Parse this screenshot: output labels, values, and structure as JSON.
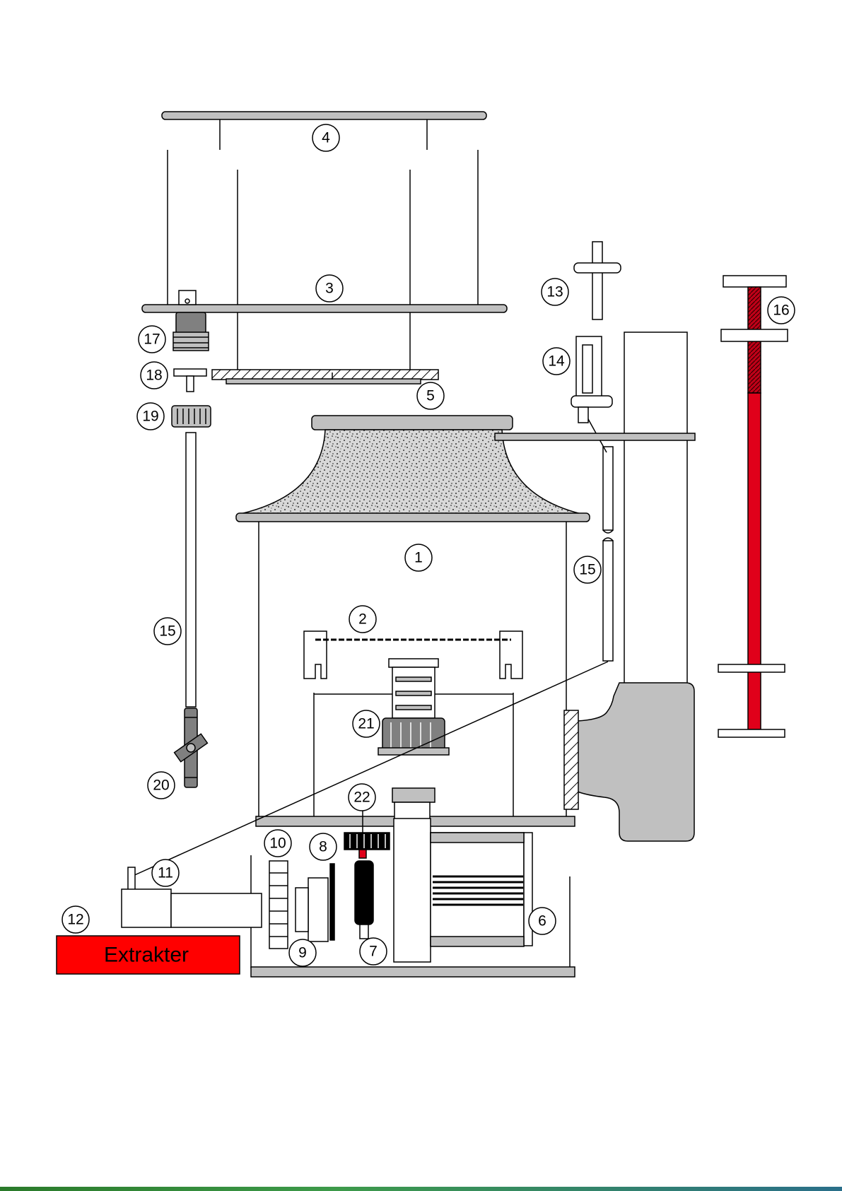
{
  "diagram": {
    "callouts": [
      {
        "id": "c1",
        "label": "1"
      },
      {
        "id": "c2",
        "label": "2"
      },
      {
        "id": "c3",
        "label": "3"
      },
      {
        "id": "c4",
        "label": "4"
      },
      {
        "id": "c5",
        "label": "5"
      },
      {
        "id": "c6",
        "label": "6"
      },
      {
        "id": "c7",
        "label": "7"
      },
      {
        "id": "c8",
        "label": "8"
      },
      {
        "id": "c9",
        "label": "9"
      },
      {
        "id": "c10",
        "label": "10"
      },
      {
        "id": "c11",
        "label": "11"
      },
      {
        "id": "c12",
        "label": "12"
      },
      {
        "id": "c13",
        "label": "13"
      },
      {
        "id": "c14",
        "label": "14"
      },
      {
        "id": "c15a",
        "label": "15"
      },
      {
        "id": "c15b",
        "label": "15"
      },
      {
        "id": "c16",
        "label": "16"
      },
      {
        "id": "c17",
        "label": "17"
      },
      {
        "id": "c18",
        "label": "18"
      },
      {
        "id": "c19",
        "label": "19"
      },
      {
        "id": "c20",
        "label": "20"
      },
      {
        "id": "c21",
        "label": "21"
      },
      {
        "id": "c22",
        "label": "22"
      }
    ],
    "extractor_label": "Extrakter",
    "colors": {
      "line": "#000000",
      "part_gray": "#c0c0c0",
      "dark_gray": "#808080",
      "threaded_rod": "#e0001a",
      "label_box": "#ff0000"
    }
  }
}
